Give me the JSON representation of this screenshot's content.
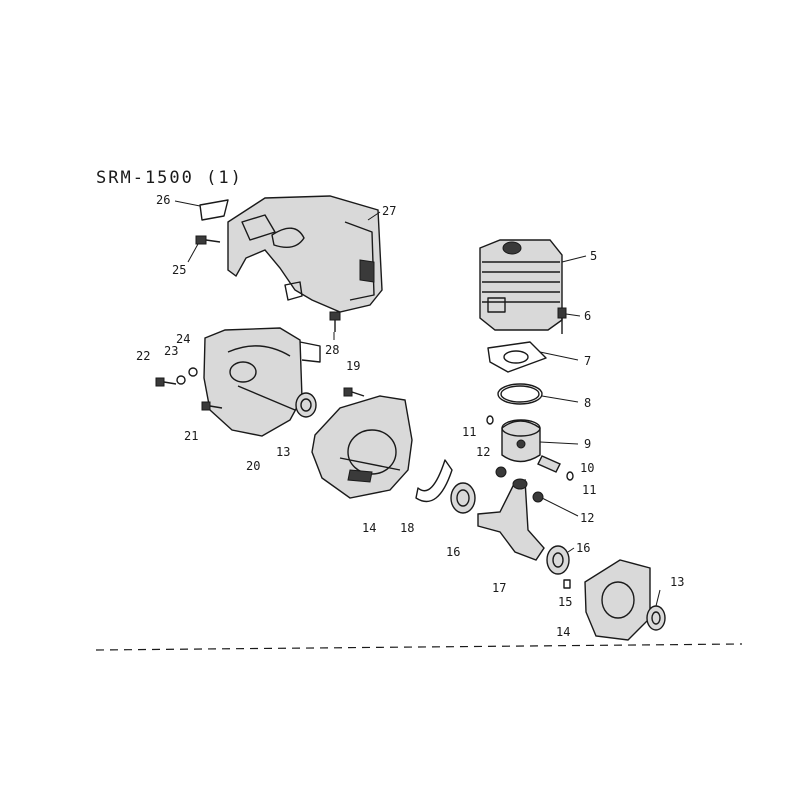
{
  "diagram": {
    "title": "SRM-1500 (1)",
    "callouts": [
      "26",
      "27",
      "25",
      "5",
      "6",
      "28",
      "24",
      "22",
      "23",
      "7",
      "19",
      "8",
      "21",
      "13",
      "20",
      "11",
      "9",
      "12",
      "10",
      "11",
      "14",
      "18",
      "16",
      "12",
      "16",
      "17",
      "15",
      "13",
      "14"
    ]
  }
}
